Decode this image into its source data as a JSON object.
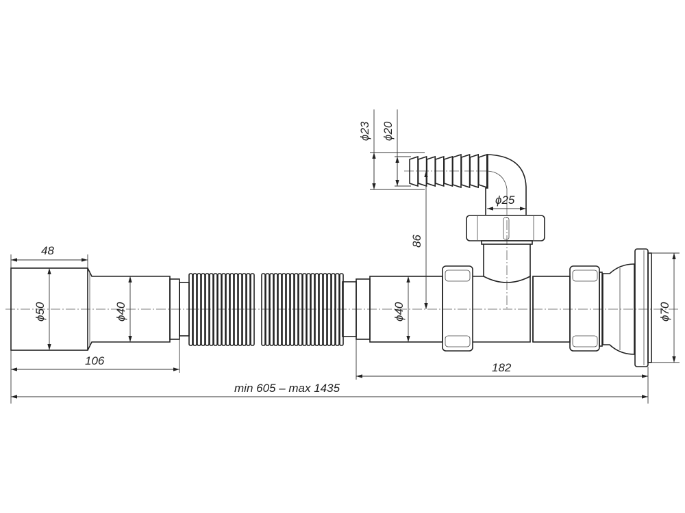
{
  "dimensions": {
    "socket_length": "48",
    "socket_diameter": "ϕ50",
    "pipe_diameter_left": "ϕ40",
    "left_section_length": "106",
    "pipe_diameter_right": "ϕ40",
    "right_section_length": "182",
    "total_length": "min 605 – max 1435",
    "flange_diameter": "ϕ70",
    "hose_outer_diameter": "ϕ23",
    "hose_inner_diameter": "ϕ20",
    "elbow_diameter": "ϕ25",
    "outlet_height": "86"
  },
  "colors": {
    "line": "#222222",
    "background": "#ffffff"
  }
}
